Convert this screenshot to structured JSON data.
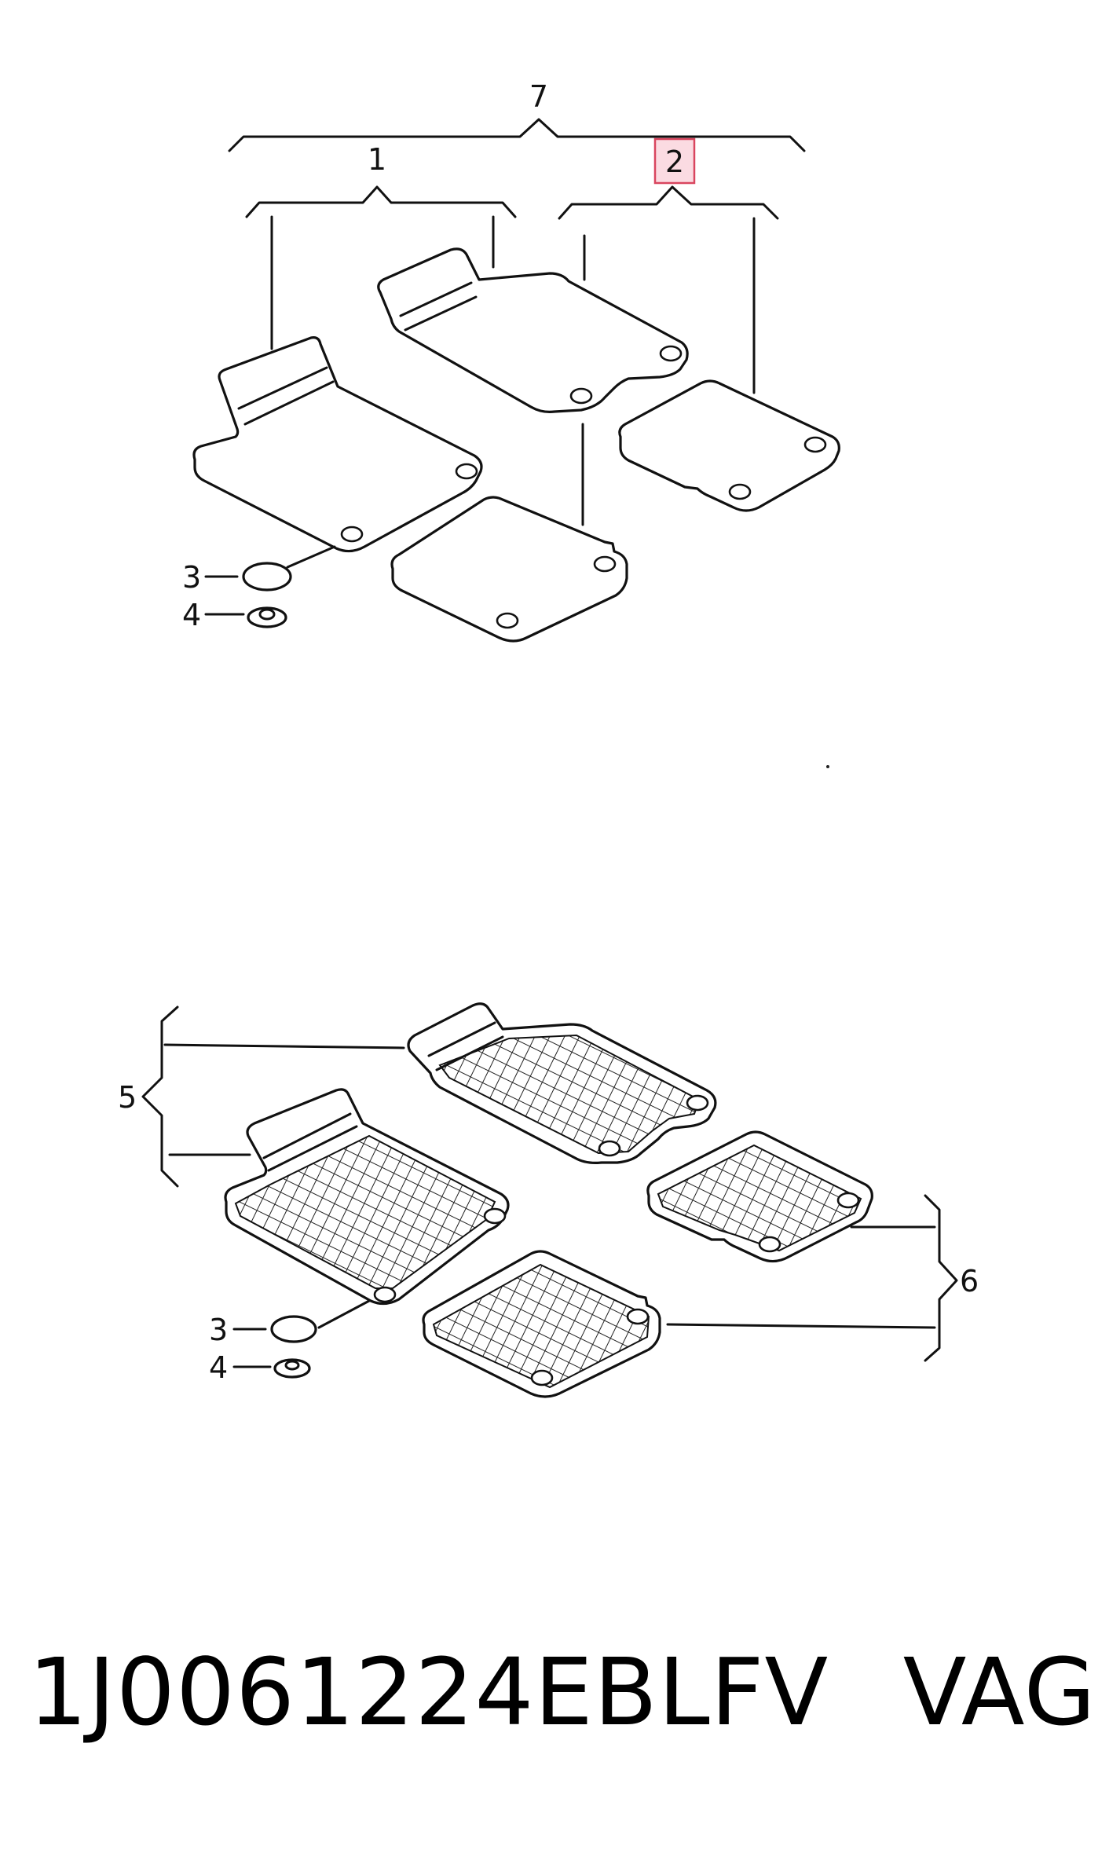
{
  "diagram": {
    "callouts": {
      "c1": "1",
      "c2": "2",
      "c3_top": "3",
      "c4_top": "4",
      "c5": "5",
      "c6": "6",
      "c7": "7",
      "c3_bottom": "3",
      "c4_bottom": "4"
    },
    "highlighted_callout": "2",
    "highlight_color": "#fbdbe2"
  },
  "footer": {
    "part_number": "1J0061224EBLFV",
    "brand": "VAG"
  }
}
